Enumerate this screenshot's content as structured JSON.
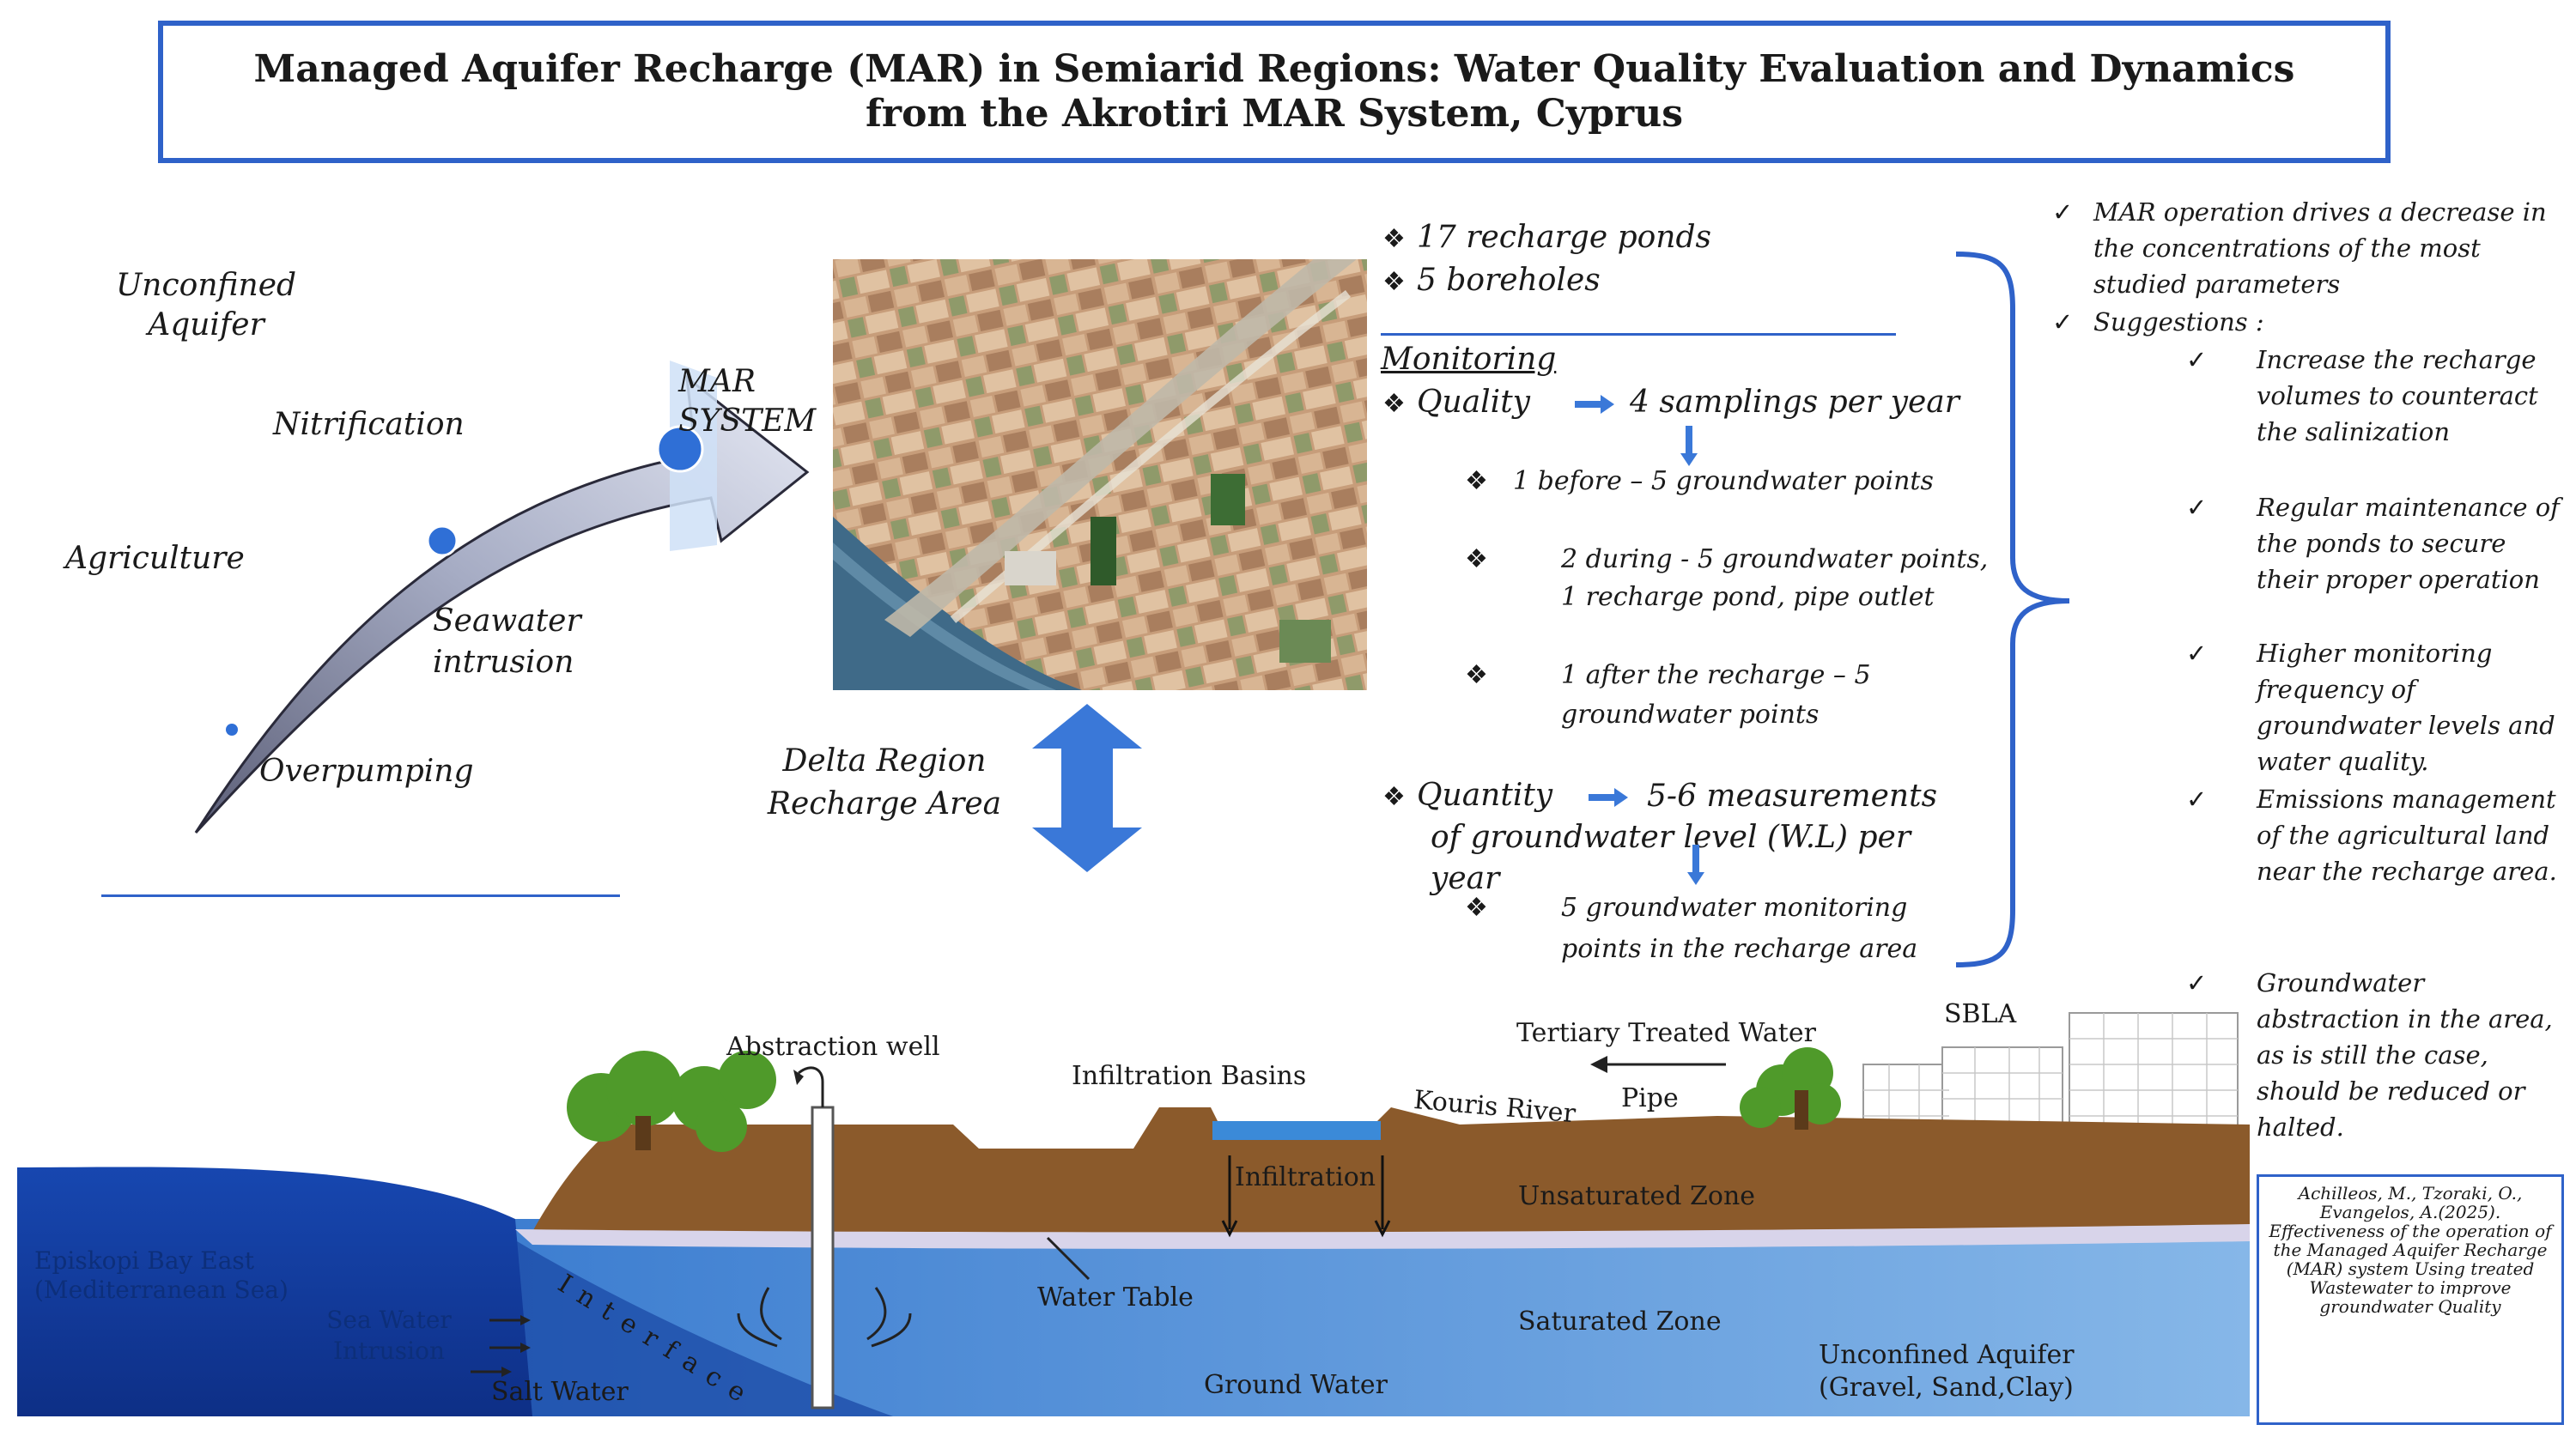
{
  "title": "Managed Aquifer Recharge (MAR) in Semiarid Regions: Water Quality Evaluation and Dynamics from the Akrotiri MAR System, Cyprus",
  "pressures": {
    "unconfined_aquifer": "Unconfined Aquifer",
    "nitrification": "Nitrification",
    "mar_system": "MAR SYSTEM",
    "agriculture": "Agriculture",
    "seawater_intrusion": "Seawater intrusion",
    "overpumping": "Overpumping"
  },
  "delta_label": "Delta Region Recharge Area",
  "facts": [
    "17 recharge ponds",
    "5 boreholes"
  ],
  "monitoring": {
    "heading": "Monitoring",
    "quality_label": "Quality",
    "quality_value": "4 samplings per year",
    "quality_items": [
      "1 before – 5 groundwater points",
      "2 during - 5 groundwater points, 1 recharge pond, pipe outlet",
      "1 after the recharge – 5 groundwater points"
    ],
    "quantity_label": "Quantity",
    "quantity_value": "5-6 measurements of groundwater level (W.L) per year",
    "quantity_items": [
      "5 groundwater monitoring points in the recharge area"
    ]
  },
  "conclusions": {
    "main": "MAR operation drives a decrease in the concentrations of the most studied parameters",
    "suggestions_label": "Suggestions :",
    "suggestions": [
      "Increase the recharge volumes to counteract the salinization",
      "Regular maintenance of the ponds to secure their proper operation",
      "Higher monitoring frequency of groundwater levels and water quality.",
      "Emissions management of the agricultural land near the recharge area.",
      "Groundwater abstraction in the area, as is still the case, should be reduced or halted."
    ]
  },
  "cross_section": {
    "abstraction_well": "Abstraction well",
    "infiltration_basins": "Infiltration Basins",
    "tertiary_treated_water": "Tertiary Treated Water",
    "sbla": "SBLA",
    "kouris_river": "Kouris River",
    "pipe": "Pipe",
    "infiltration": "Infiltration",
    "unsaturated_zone": "Unsaturated Zone",
    "bay": "Episkopi Bay East (Mediterranean Sea)",
    "sea_water_intrusion": "Sea Water Intrusion",
    "interface": "Interface",
    "water_table": "Water Table",
    "saturated_zone": "Saturated Zone",
    "salt_water": "Salt Water",
    "ground_water": "Ground Water",
    "unconfined_aquifer": "Unconfined Aquifer (Gravel, Sand,Clay)"
  },
  "citation": "Achilleos, M., Tzoraki, O., Evangelos, A.(2025). Effectiveness of the operation of the Managed Aquifer Recharge (MAR) system Using treated Wastewater to improve groundwater Quality",
  "colors": {
    "accent_blue": "#2f62c9",
    "arrow_blue": "#3a78d8",
    "soil_brown": "#8b5a2b",
    "sea_blue": "#1f56b8",
    "aquifer_blue": "#5e9ad8",
    "tree_green": "#4f9a2a"
  }
}
